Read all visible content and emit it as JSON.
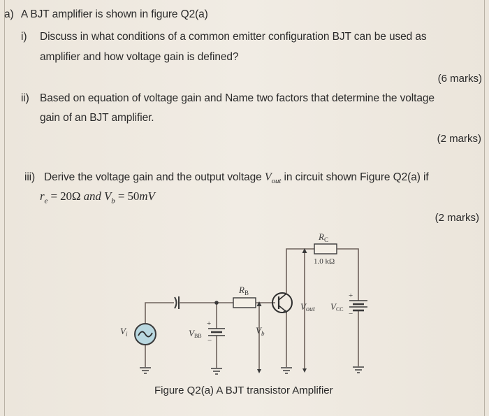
{
  "question": {
    "part_label": "a)",
    "part_text": "A BJT amplifier is shown in figure Q2(a)",
    "items": [
      {
        "label": "i)",
        "lines": [
          "Discuss in what conditions of a common emitter configuration BJT can be used as",
          "amplifier and how voltage gain is defined?"
        ],
        "marks": "(6 marks)"
      },
      {
        "label": "ii)",
        "lines": [
          "Based on equation of voltage gain and Name two factors that determine the voltage",
          "gain of an BJT amplifier."
        ],
        "marks": "(2 marks)"
      },
      {
        "label": "iii)",
        "line1_pre": "Derive the voltage gain and the output voltage",
        "line1_var": "V",
        "line1_var_sub": "out",
        "line1_post": "in circuit shown Figure Q2(a) if",
        "given": {
          "re_sym": "r",
          "re_sub": "e",
          "re_eq": " = 20Ω ",
          "and": "and ",
          "vb_sym": "V",
          "vb_sub": "b",
          "vb_eq": " = 50",
          "vb_unit": "mV"
        },
        "marks": "(2 marks)"
      }
    ]
  },
  "figure": {
    "labels": {
      "rc": "R",
      "rc_sub": "C",
      "rc_value": "1.0 kΩ",
      "rb": "R",
      "rb_sub": "B",
      "vi": "V",
      "vi_sub": "i",
      "vbb": "V",
      "vbb_sub": "BB",
      "vb": "V",
      "vb_sub": "b",
      "vout": "V",
      "vout_sub": "out",
      "vcc": "V",
      "vcc_sub": "CC",
      "plus": "+",
      "minus": "−"
    },
    "caption": "Figure Q2(a) A BJT transistor Amplifier",
    "colors": {
      "wire": "#6e625c",
      "source_fill": "#b9d8e0",
      "source_stroke": "#3a3a3a"
    }
  }
}
